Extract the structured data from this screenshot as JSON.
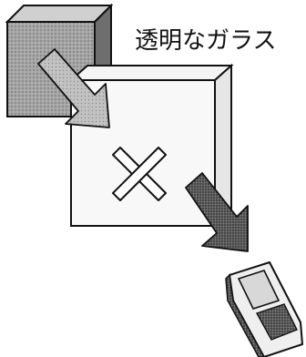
{
  "caption": "透明なガラス",
  "objects": {
    "block": "opaque-block",
    "glass": "transparent-glass-pane",
    "blocked_ray": "gray-arrow-blocked",
    "passing_ray": "dark-arrow-passing",
    "blocked_marker": "x-mark",
    "device": "handheld-meter"
  },
  "colors": {
    "ink": "#111111",
    "block_fill": "#9a9a9a",
    "block_top": "#c4c4c4",
    "block_side": "#6f6f6f",
    "arrow_light": "#b9b9b9",
    "arrow_dark": "#5c5c5c",
    "glass_fill": "#f7f7f7"
  }
}
